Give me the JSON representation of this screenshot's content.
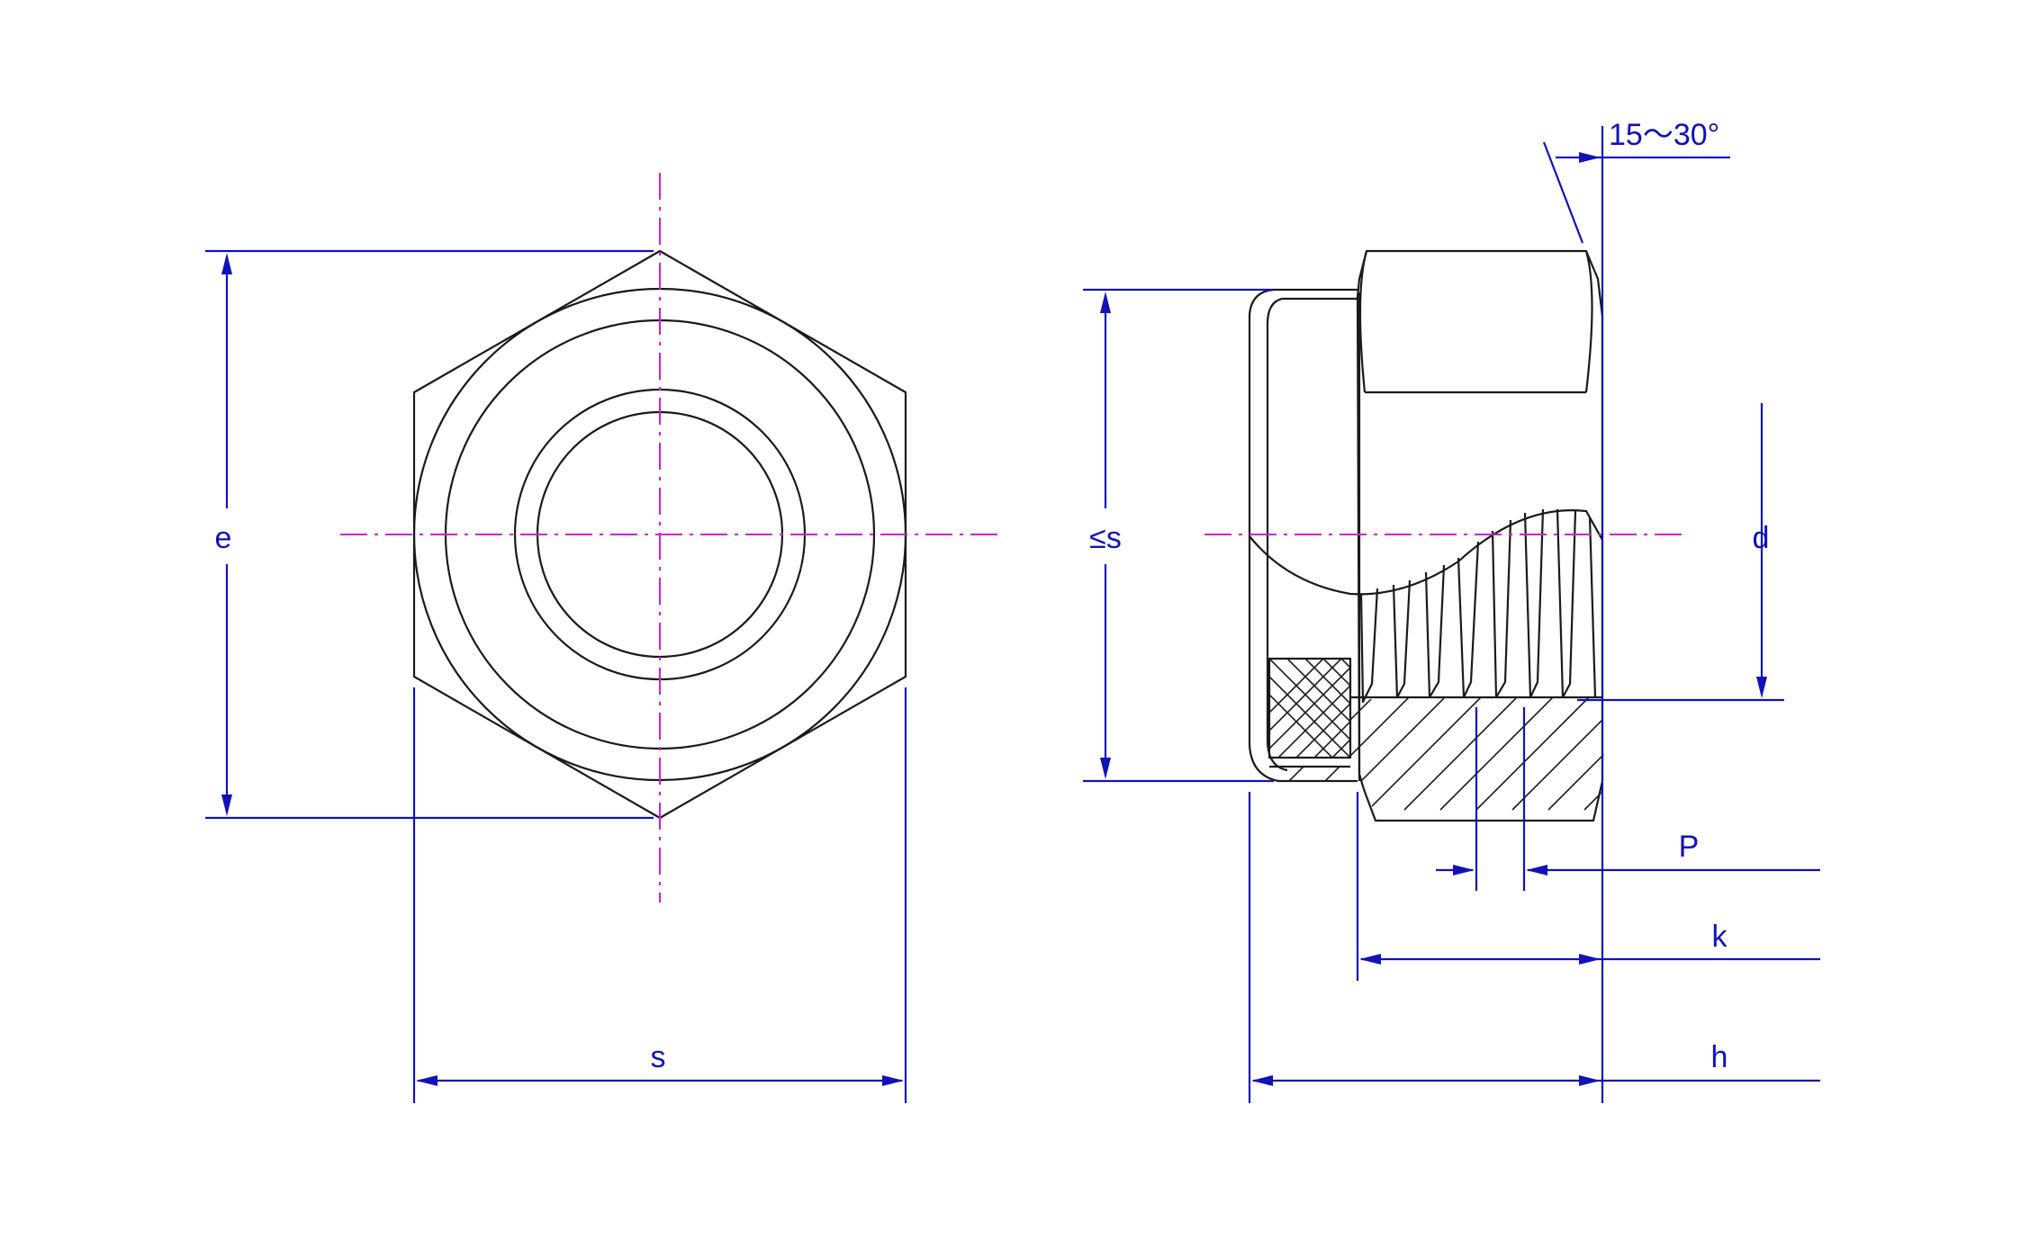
{
  "drawing": {
    "colors": {
      "object_line": "#1a1a1a",
      "dimension_line": "#1212b8",
      "center_line": "#d21ed2",
      "background": "#ffffff"
    },
    "front_view": {
      "labels": {
        "across_corners": "e",
        "across_flats": "s"
      }
    },
    "side_view": {
      "labels": {
        "flange_diameter": "≤s",
        "thread_diameter": "d",
        "pitch": "P",
        "hex_height": "k",
        "total_height": "h",
        "chamfer_angle": "15～30°"
      }
    }
  }
}
